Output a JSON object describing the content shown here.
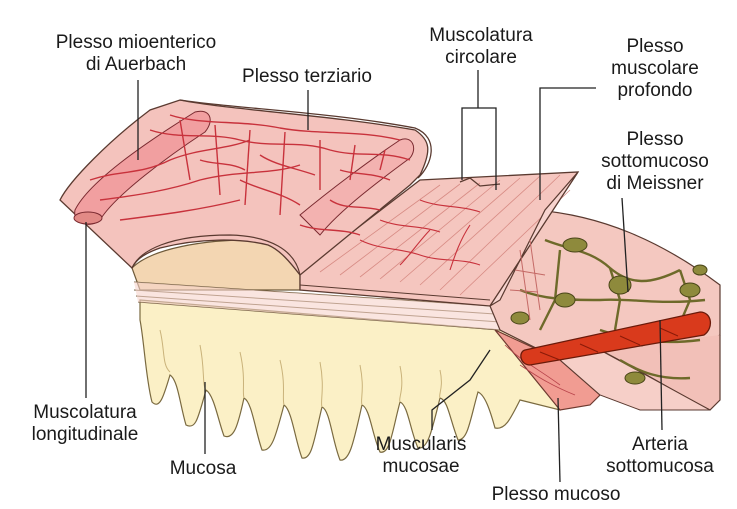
{
  "labels": {
    "auerbach_1": "Plesso mioenterico",
    "auerbach_2": "di Auerbach",
    "terziario": "Plesso terziario",
    "circolare_1": "Muscolatura",
    "circolare_2": "circolare",
    "profondo_1": "Plesso",
    "profondo_2": "muscolare",
    "profondo_3": "profondo",
    "meissner_1": "Plesso",
    "meissner_2": "sottomucoso",
    "meissner_3": "di Meissner",
    "longitudinale_1": "Muscolatura",
    "longitudinale_2": "longitudinale",
    "mucosa": "Mucosa",
    "mm_1": "Muscularis",
    "mm_2": "mucosae",
    "plesso_mucoso": "Plesso mucoso",
    "arteria_1": "Arteria",
    "arteria_2": "sottomucosa"
  },
  "colors": {
    "muscle_pink": "#f4c3bd",
    "muscle_pink_dark": "#e6a39b",
    "nerve_red": "#c8323c",
    "mucosa_cream": "#fbf0c6",
    "submucosa_tan": "#f3d6b2",
    "artery_red": "#d93a1c",
    "ganglion_olive": "#8e8a3c"
  }
}
